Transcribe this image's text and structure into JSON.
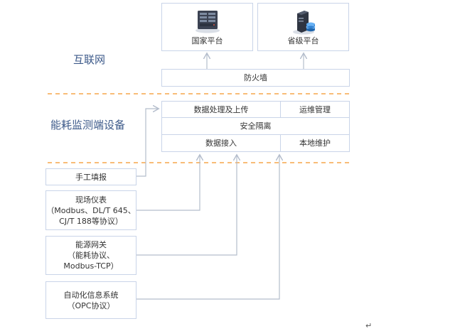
{
  "sections": {
    "internet": "互联网",
    "device": "能耗监测端设备"
  },
  "platforms": {
    "national": {
      "label": "国家平台",
      "icon": "server-rack-icon"
    },
    "provincial": {
      "label": "省级平台",
      "icon": "database-server-icon"
    }
  },
  "firewall": "防火墙",
  "device_modules": {
    "processing_upload": "数据处理及上传",
    "ops_management": "运维管理",
    "security_isolation": "安全隔离",
    "data_access": "数据接入",
    "local_maintenance": "本地维护"
  },
  "sources": {
    "manual": "手工填报",
    "field_meters": "现场仪表\n（Modbus、DL/T 645、\nCJ/T 188等协议）",
    "energy_gateway": "能源网关\n（能耗协议、\nModbus-TCP）",
    "automation_system": "自动化信息系统\n（OPC协议）"
  },
  "colors": {
    "box_border": "#c9d4e8",
    "arrow": "#b4bdcc",
    "dashed_separator": "#f5a54a",
    "section_label": "#3d5a8a"
  },
  "return_mark": "↵"
}
